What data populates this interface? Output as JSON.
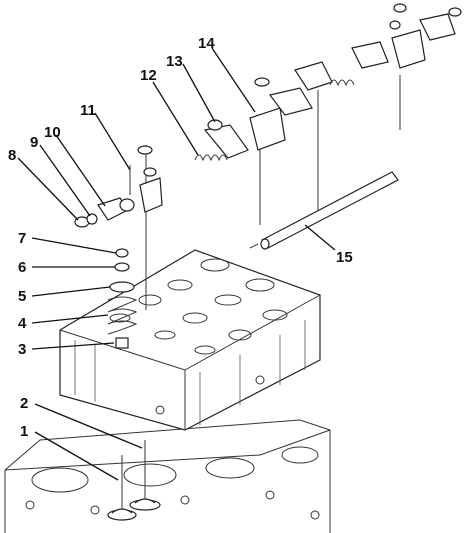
{
  "diagram": {
    "callouts": [
      {
        "id": "1",
        "label": "1"
      },
      {
        "id": "2",
        "label": "2"
      },
      {
        "id": "3",
        "label": "3"
      },
      {
        "id": "4",
        "label": "4"
      },
      {
        "id": "5",
        "label": "5"
      },
      {
        "id": "6",
        "label": "6"
      },
      {
        "id": "7",
        "label": "7"
      },
      {
        "id": "8",
        "label": "8"
      },
      {
        "id": "9",
        "label": "9"
      },
      {
        "id": "10",
        "label": "10"
      },
      {
        "id": "11",
        "label": "11"
      },
      {
        "id": "12",
        "label": "12"
      },
      {
        "id": "13",
        "label": "13"
      },
      {
        "id": "14",
        "label": "14"
      },
      {
        "id": "15",
        "label": "15"
      }
    ],
    "parts": [
      {
        "icon": "engine-block-icon"
      },
      {
        "icon": "cylinder-head-icon"
      },
      {
        "icon": "valve-icon"
      },
      {
        "icon": "valve-spring-icon"
      },
      {
        "icon": "rocker-arm-icon"
      },
      {
        "icon": "rocker-shaft-icon"
      },
      {
        "icon": "pushrod-icon"
      }
    ]
  }
}
